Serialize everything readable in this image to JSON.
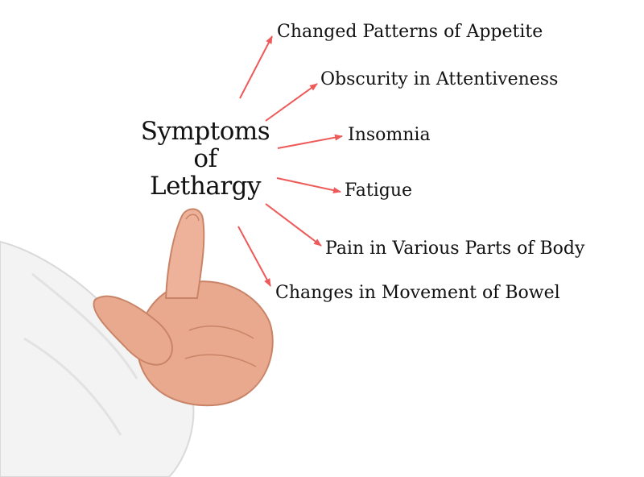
{
  "diagram": {
    "title_lines": [
      "Symptoms",
      "of",
      "Lethargy"
    ],
    "items": [
      "Changed Patterns of Appetite",
      "Obscurity in Attentiveness",
      "Insomnia",
      "Fatigue",
      "Pain in Various Parts of Body",
      "Changes in Movement of Bowel"
    ],
    "colors": {
      "arrow": "#ee5a5a",
      "text": "#111111",
      "sleeve": "#f3f3f3",
      "skin": "#e9a98e"
    }
  }
}
